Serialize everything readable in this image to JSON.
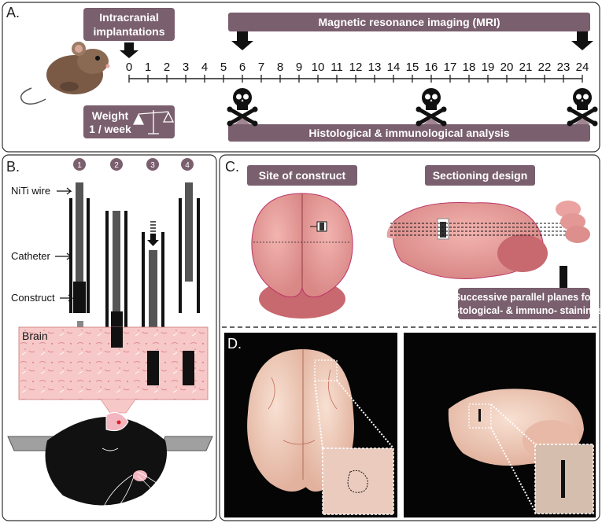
{
  "panelA": {
    "label": "A.",
    "intracranial": [
      "Intracranial",
      "implantations"
    ],
    "mri": "Magnetic resonance imaging (MRI)",
    "weight": [
      "Weight",
      "1 / week"
    ],
    "histo": "Histological & immunological analysis",
    "ticks": [
      0,
      1,
      2,
      3,
      4,
      5,
      6,
      7,
      8,
      9,
      10,
      11,
      12,
      13,
      14,
      15,
      16,
      17,
      18,
      19,
      20,
      21,
      22,
      23,
      24
    ],
    "mri_start_week": 6,
    "mri_end_week": 24,
    "sacrifice_weeks": [
      6,
      16,
      24
    ]
  },
  "panelB": {
    "label": "B.",
    "steps": [
      "1",
      "2",
      "3",
      "4"
    ],
    "niti": "NiTi wire",
    "catheter": "Catheter",
    "construct": "Construct",
    "brain": "Brain"
  },
  "panelC": {
    "label": "C.",
    "site": "Site of construct",
    "sectioning": "Sectioning design",
    "planes": [
      "Successive parallel planes for",
      "histological- & immuno- stainings"
    ]
  },
  "panelD": {
    "label": "D."
  },
  "colors": {
    "badge": "#7a5f6e",
    "brain_pink": "#e9a3a1",
    "tissue_pink": "#f6c9c9",
    "frame": "#333333"
  }
}
